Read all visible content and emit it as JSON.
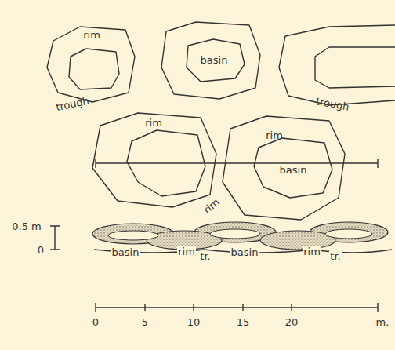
{
  "diagram": {
    "labels": [
      "rim",
      "basin",
      "trough",
      "trough",
      "rim",
      "rim",
      "basin",
      "rim",
      "0.5 m",
      "0",
      "basin",
      "rim",
      "tr.",
      "basin",
      "rim",
      "tr.",
      "0",
      "5",
      "10",
      "15",
      "20",
      "m."
    ]
  }
}
